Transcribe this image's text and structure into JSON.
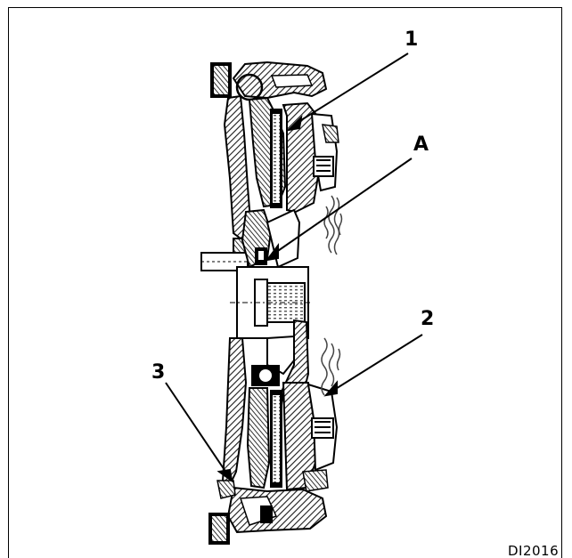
{
  "figure": {
    "callouts": [
      {
        "id": "1",
        "label": "1"
      },
      {
        "id": "A",
        "label": "A"
      },
      {
        "id": "2",
        "label": "2"
      },
      {
        "id": "3",
        "label": "3"
      }
    ],
    "reference_code": "DI2016",
    "colors": {
      "ink": "#000000",
      "hatch": "#1a1a1a",
      "paper": "#ffffff"
    }
  }
}
